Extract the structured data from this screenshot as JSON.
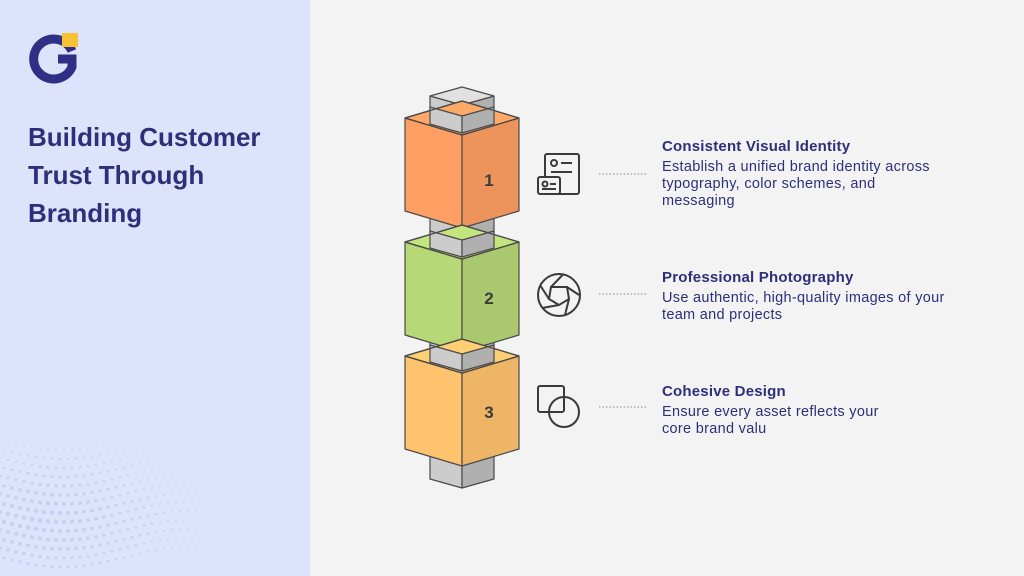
{
  "title": "Building Customer Trust Through Branding",
  "colors": {
    "title": "#2e2f7a",
    "panel": "#dde3fb",
    "logo_blue": "#2f2f86",
    "logo_yellow": "#f6c234",
    "block1": "#ff9f63",
    "block2": "#b7d877",
    "block3": "#ffc36d",
    "pillar": "#c4c4c4"
  },
  "steps": [
    {
      "number": "1",
      "title": "Consistent Visual Identity",
      "description": "Establish a unified brand identity across typography, color schemes, and messaging",
      "icon": "id-card-icon"
    },
    {
      "number": "2",
      "title": "Professional Photography",
      "description": "Use authentic, high-quality images of your team and projects",
      "icon": "camera-aperture-icon"
    },
    {
      "number": "3",
      "title": "Cohesive Design",
      "description": "Ensure every asset reflects your core brand valu",
      "icon": "shapes-icon"
    }
  ]
}
